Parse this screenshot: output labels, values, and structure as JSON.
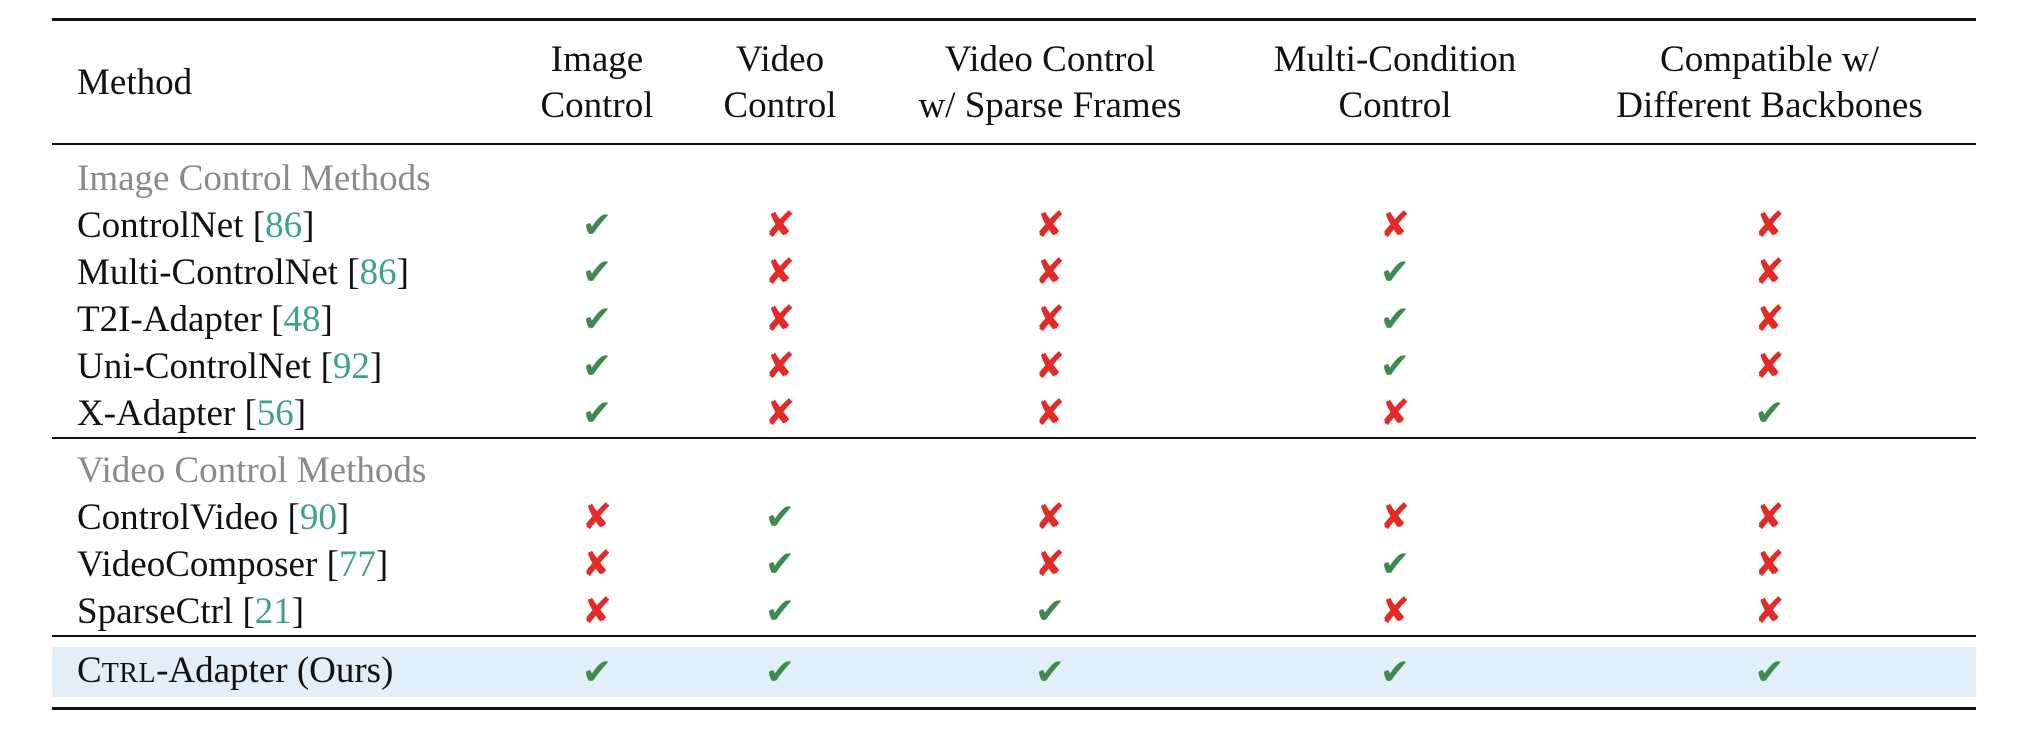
{
  "columns": [
    {
      "line1": "Method",
      "line2": ""
    },
    {
      "line1": "Image",
      "line2": "Control"
    },
    {
      "line1": "Video",
      "line2": "Control"
    },
    {
      "line1": "Video Control",
      "line2": "w/ Sparse Frames"
    },
    {
      "line1": "Multi-Condition",
      "line2": "Control"
    },
    {
      "line1": "Compatible w/",
      "line2": "Different Backbones"
    }
  ],
  "groups": [
    {
      "title": "Image Control Methods",
      "rows": [
        {
          "name": "ControlNet",
          "ref": "86",
          "marks": [
            true,
            false,
            false,
            false,
            false
          ]
        },
        {
          "name": "Multi-ControlNet",
          "ref": "86",
          "marks": [
            true,
            false,
            false,
            true,
            false
          ]
        },
        {
          "name": "T2I-Adapter",
          "ref": "48",
          "marks": [
            true,
            false,
            false,
            true,
            false
          ]
        },
        {
          "name": "Uni-ControlNet",
          "ref": "92",
          "marks": [
            true,
            false,
            false,
            true,
            false
          ]
        },
        {
          "name": "X-Adapter",
          "ref": "56",
          "marks": [
            true,
            false,
            false,
            false,
            true
          ]
        }
      ]
    },
    {
      "title": "Video Control Methods",
      "rows": [
        {
          "name": "ControlVideo",
          "ref": "90",
          "marks": [
            false,
            true,
            false,
            false,
            false
          ]
        },
        {
          "name": "VideoComposer",
          "ref": "77",
          "marks": [
            false,
            true,
            false,
            true,
            false
          ]
        },
        {
          "name": "SparseCtrl",
          "ref": "21",
          "marks": [
            false,
            true,
            true,
            false,
            false
          ]
        }
      ]
    }
  ],
  "ours": {
    "name_first": "C",
    "name_smallcaps": "TRL",
    "name_rest": "-Adapter (Ours)",
    "marks": [
      true,
      true,
      true,
      true,
      true
    ]
  },
  "symbols": {
    "check": "✔",
    "cross": "✘"
  },
  "colors": {
    "check": "#3e8a4f",
    "cross": "#e02b27",
    "ref": "#3fa288",
    "group_title": "#8a8a8a",
    "ours_highlight": "#e3eff8"
  }
}
